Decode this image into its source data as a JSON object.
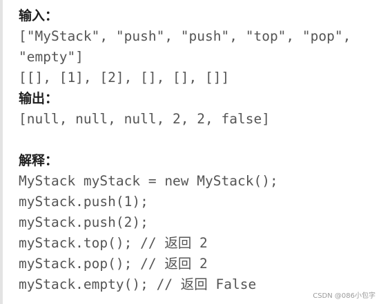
{
  "input_label": "输入：",
  "input_lines": [
    "[\"MyStack\", \"push\", \"push\", \"top\", \"pop\",",
    "\"empty\"]",
    "[[], [1], [2], [], [], []]"
  ],
  "output_label": "输出：",
  "output_line": "[null, null, null, 2, 2, false]",
  "explanation_label": "解释：",
  "explanation_lines": [
    "MyStack myStack = new MyStack();",
    "myStack.push(1);",
    "myStack.push(2);",
    "myStack.top(); // 返回 2",
    "myStack.pop(); // 返回 2",
    "myStack.empty(); // 返回 False"
  ],
  "watermark": "CSDN @086小包字"
}
